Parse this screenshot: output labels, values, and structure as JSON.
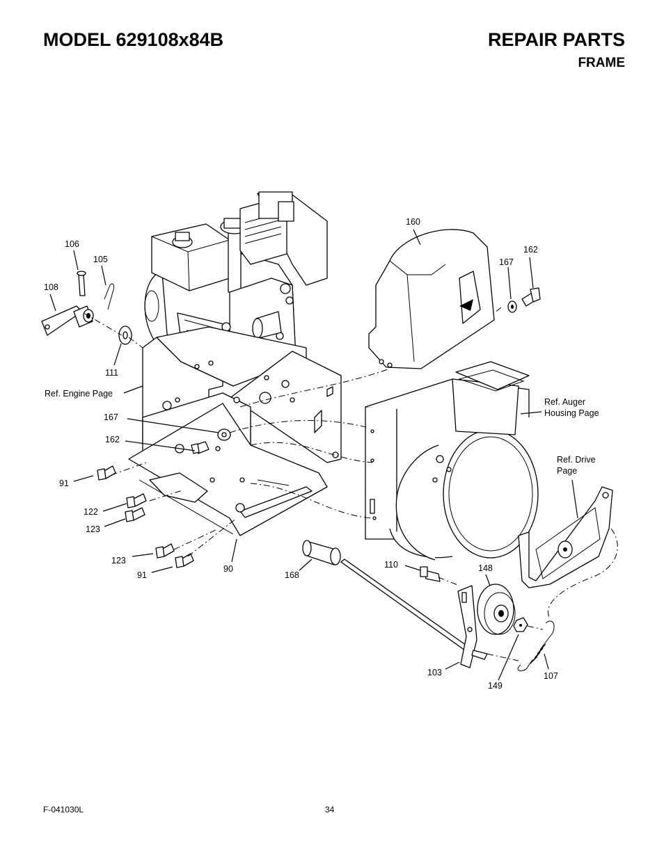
{
  "header": {
    "model": "MODEL 629108x84B",
    "repair": "REPAIR PARTS",
    "section": "FRAME"
  },
  "footer": {
    "code": "F-041030L",
    "page": "34"
  },
  "callouts": {
    "c106": "106",
    "c105": "105",
    "c108": "108",
    "c111": "111",
    "c160": "160",
    "c167a": "167",
    "c162a": "162",
    "ref_engine": "Ref. Engine Page",
    "c167b": "167",
    "c162b": "162",
    "c91a": "91",
    "c122": "122",
    "c123a": "123",
    "c123b": "123",
    "c91b": "91",
    "c90": "90",
    "c168": "168",
    "c110": "110",
    "c148": "148",
    "c103": "103",
    "c149": "149",
    "c107": "107",
    "ref_auger_1": "Ref. Auger",
    "ref_auger_2": "Housing Page",
    "ref_drive_1": "Ref. Drive",
    "ref_drive_2": "Page"
  }
}
